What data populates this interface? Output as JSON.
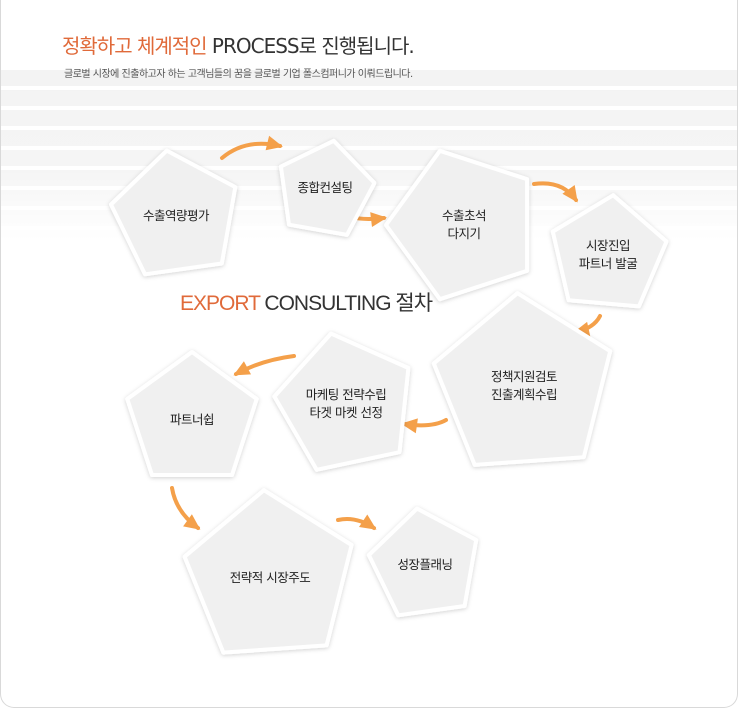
{
  "header": {
    "title_accent": "정확하고 체계적인",
    "title_rest": " PROCESS로 진행됩니다.",
    "subtitle": "글로벌 시장에 진출하고자 하는 고객님들의 꿈을 글로벌 기업 폴스컴퍼니가 이뤄드립니다."
  },
  "section": {
    "heading_accent": "EXPORT",
    "heading_rest": " CONSULTING 절차"
  },
  "steps": [
    {
      "id": "step-1",
      "lines": [
        "수출역량평가"
      ]
    },
    {
      "id": "step-2",
      "lines": [
        "종합컨설팅"
      ]
    },
    {
      "id": "step-3",
      "lines": [
        "수출초석",
        "다지기"
      ]
    },
    {
      "id": "step-4",
      "lines": [
        "시장진입",
        "파트너 발굴"
      ]
    },
    {
      "id": "step-5",
      "lines": [
        "정책지원검토",
        "진출계획수립"
      ]
    },
    {
      "id": "step-6",
      "lines": [
        "마케팅 전략수립",
        "타겟 마켓 선정"
      ]
    },
    {
      "id": "step-7",
      "lines": [
        "파트너쉽"
      ]
    },
    {
      "id": "step-8",
      "lines": [
        "전략적 시장주도"
      ]
    },
    {
      "id": "step-9",
      "lines": [
        "성장플래닝"
      ]
    }
  ],
  "colors": {
    "accent": "#e06a3a",
    "arrow": "#f4a04a",
    "pentagon_fill": "#f0f0f0",
    "pentagon_stroke": "#ffffff"
  }
}
